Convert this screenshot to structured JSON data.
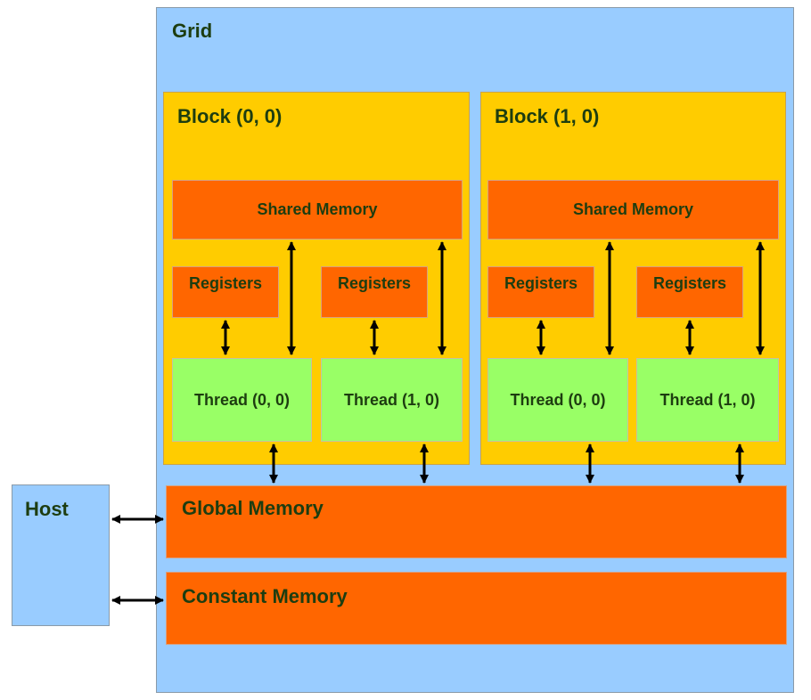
{
  "grid": {
    "label": "Grid"
  },
  "blocks": [
    {
      "label": "Block (0, 0)",
      "shared_memory": "Shared Memory",
      "threads": [
        {
          "registers": "Registers",
          "thread": "Thread (0, 0)"
        },
        {
          "registers": "Registers",
          "thread": "Thread (1, 0)"
        }
      ]
    },
    {
      "label": "Block (1, 0)",
      "shared_memory": "Shared Memory",
      "threads": [
        {
          "registers": "Registers",
          "thread": "Thread (0, 0)"
        },
        {
          "registers": "Registers",
          "thread": "Thread (1, 0)"
        }
      ]
    }
  ],
  "global_memory": "Global Memory",
  "constant_memory": "Constant Memory",
  "host": "Host",
  "colors": {
    "grid": "#99ccff",
    "block": "#ffcc00",
    "memory": "#ff6600",
    "thread": "#99ff66",
    "host": "#99ccff",
    "arrow": "#000000"
  }
}
